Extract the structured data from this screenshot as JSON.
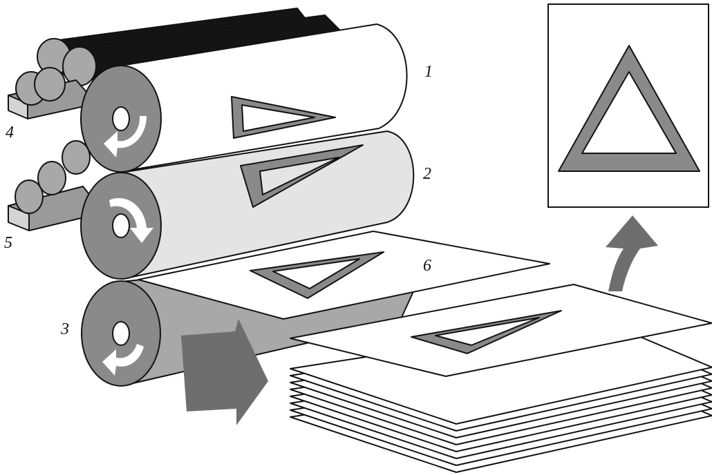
{
  "labels": {
    "cylinder_1": "1",
    "cylinder_2": "2",
    "cylinder_3": "3",
    "ink_tray_4": "4",
    "water_tray_5": "5",
    "sheet_6": "6"
  },
  "colors": {
    "outline": "#111111",
    "gray_dark": "#8a8a8a",
    "gray_mid": "#a8a8a8",
    "gray_light": "#e4e4e4",
    "arrow_gray": "#6e6e6e",
    "black_roller": "#141414",
    "white": "#ffffff"
  }
}
